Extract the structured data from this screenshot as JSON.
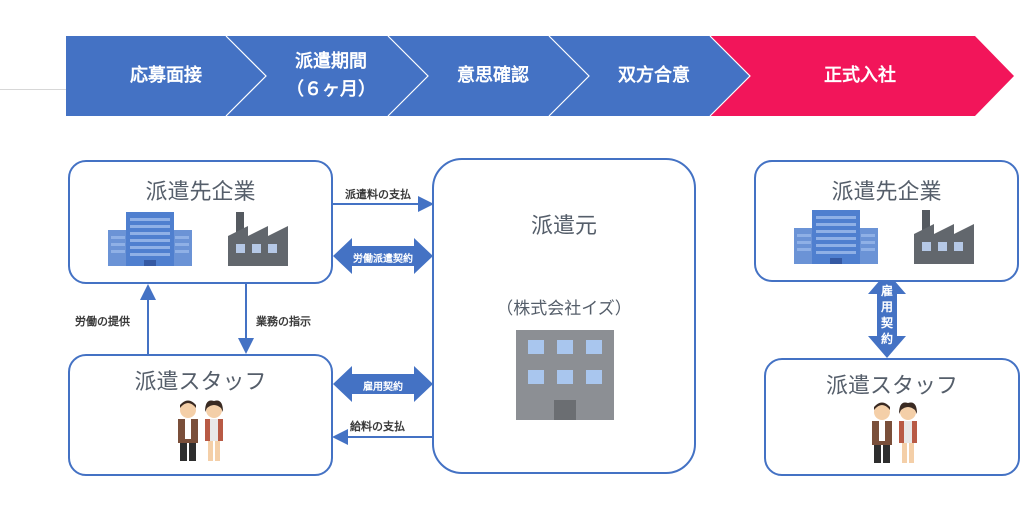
{
  "process": {
    "steps": [
      {
        "label": "応募面接"
      },
      {
        "label": "派遣期間\n（６ヶ月）"
      },
      {
        "label": "意思確認"
      },
      {
        "label": "双方合意"
      },
      {
        "label": "正式入社"
      }
    ],
    "colors": {
      "step": "#4472c4",
      "final": "#f2155a"
    }
  },
  "left": {
    "client_company": "派遣先企業",
    "staff": "派遣スタッフ",
    "dispatcher": "派遣元",
    "dispatcher_sub": "（株式会社イズ）",
    "labels": {
      "fee_payment": "派遣料の支払",
      "dispatch_contract": "労働派遣契約",
      "employment_contract": "雇用契約",
      "salary_payment": "給料の支払",
      "labor_provision": "労働の提供",
      "work_instruction": "業務の指示"
    }
  },
  "right": {
    "client_company": "派遣先企業",
    "staff": "派遣スタッフ",
    "employment_contract": "雇\n用\n契\n約"
  },
  "colors": {
    "accent": "#4472c4",
    "box_text": "#555e6a"
  },
  "icons": [
    "office-building-icon",
    "factory-icon",
    "office-tower-icon",
    "person-male-icon",
    "person-female-icon"
  ]
}
